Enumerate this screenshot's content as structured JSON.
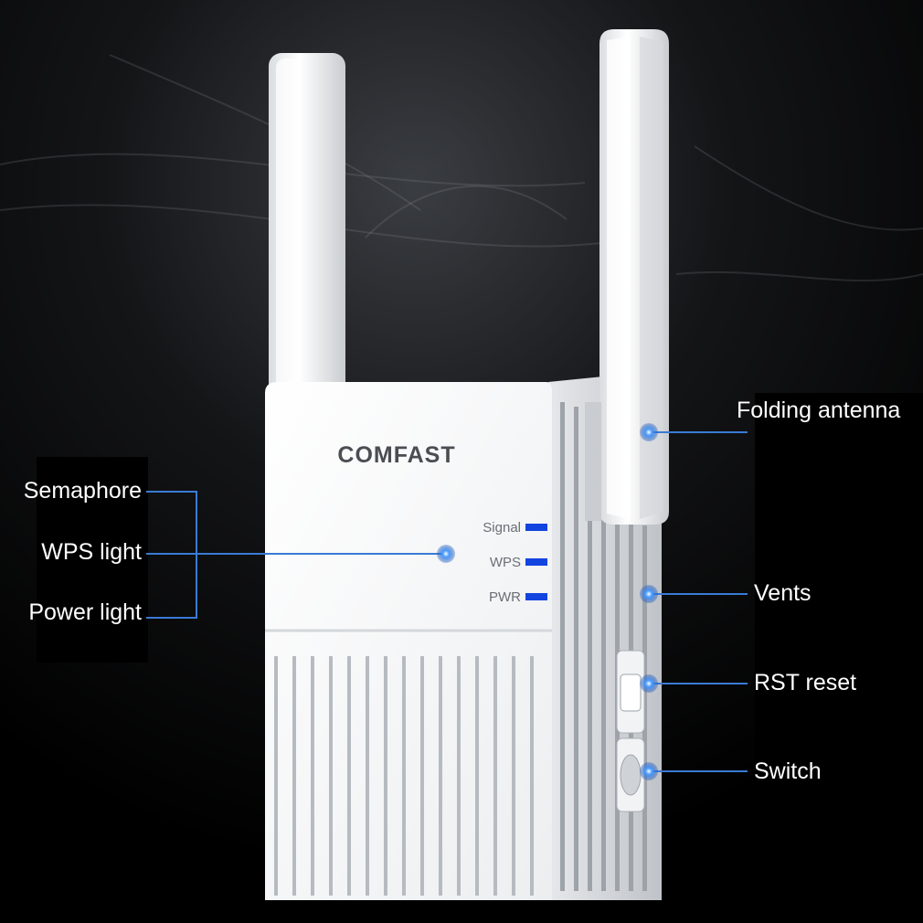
{
  "brand": {
    "logo_text": "COMFAST"
  },
  "leds": [
    {
      "label": "Signal"
    },
    {
      "label": "WPS"
    },
    {
      "label": "PWR"
    }
  ],
  "callouts": {
    "left": [
      {
        "label": "Semaphore"
      },
      {
        "label": "WPS light"
      },
      {
        "label": "Power light"
      }
    ],
    "right": [
      {
        "label": "Folding antenna"
      },
      {
        "label": "Vents"
      },
      {
        "label": "RST reset"
      },
      {
        "label": "Switch"
      }
    ]
  },
  "colors": {
    "background": "#000000",
    "device_body": "#f4f5f7",
    "led_blue": "#1244e0",
    "callout_line": "#3a7bd5",
    "callout_dot": "#4a9cff",
    "label_text": "#ffffff"
  }
}
